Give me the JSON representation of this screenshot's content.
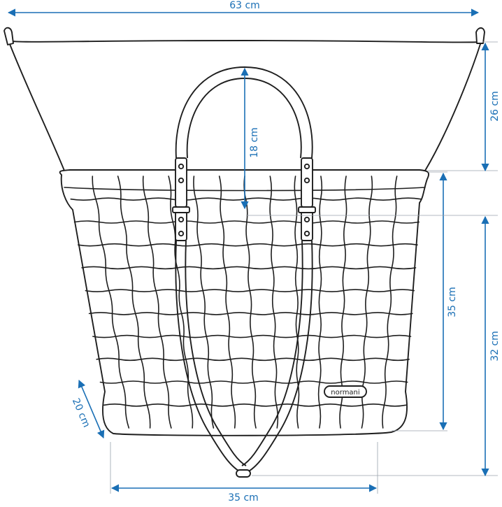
{
  "colors": {
    "dimension": "#1a6fb5",
    "outline": "#1e1e1e"
  },
  "dimensions": {
    "top_width": "63 cm",
    "liner_height": "26 cm",
    "handle_drop": "18 cm",
    "basket_height": "35 cm",
    "total_height": "32 cm",
    "depth": "20 cm",
    "bottom_width": "35 cm"
  },
  "brand": {
    "logo_text": "normani"
  }
}
